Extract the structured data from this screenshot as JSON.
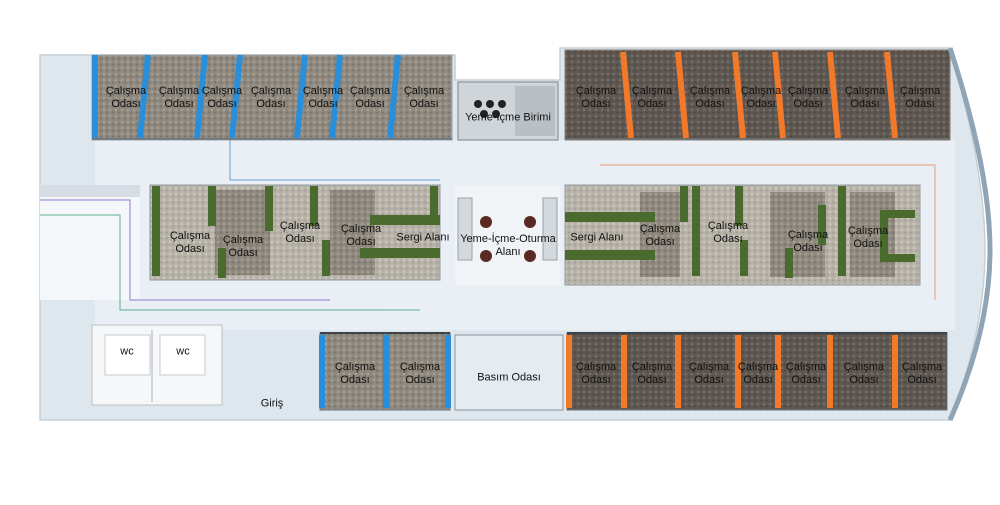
{
  "plan": {
    "labels": {
      "study_room": "Çalışma Odası",
      "exhibition_area": "Sergi Alanı",
      "dining_seating_area": "Yeme-İçme-Oturma Alanı",
      "dining_unit": "Yeme-İçme Birimi",
      "print_room": "Basım Odası",
      "wc": "wc",
      "entrance": "Giriş"
    },
    "colors": {
      "blue_wall": "#2a8fd8",
      "orange_wall": "#f07a2a",
      "floor": "#e8eef3",
      "carpet": "#9a948a",
      "green_partition": "#4a6b2e"
    }
  }
}
